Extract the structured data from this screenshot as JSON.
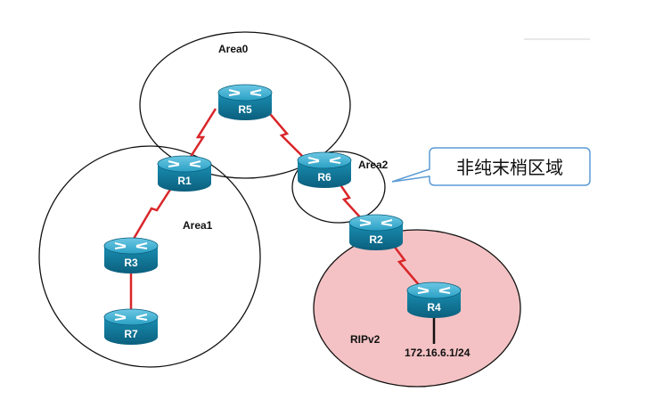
{
  "areas": {
    "area0": "Area0",
    "area1": "Area1",
    "area2": "Area2",
    "rip": "RIPv2"
  },
  "routers": {
    "r1": "R1",
    "r2": "R2",
    "r3": "R3",
    "r4": "R4",
    "r5": "R5",
    "r6": "R6",
    "r7": "R7"
  },
  "callout": "非纯末梢区域",
  "ip": "172.16.6.1/24",
  "colors": {
    "router_body": "#1a8fb3",
    "router_top": "#4fb8d8",
    "serial_link": "#d9262a",
    "ethernet_link": "#d9262a",
    "rip_fill": "#f4c2c4",
    "callout_border": "#5b9bd5"
  }
}
